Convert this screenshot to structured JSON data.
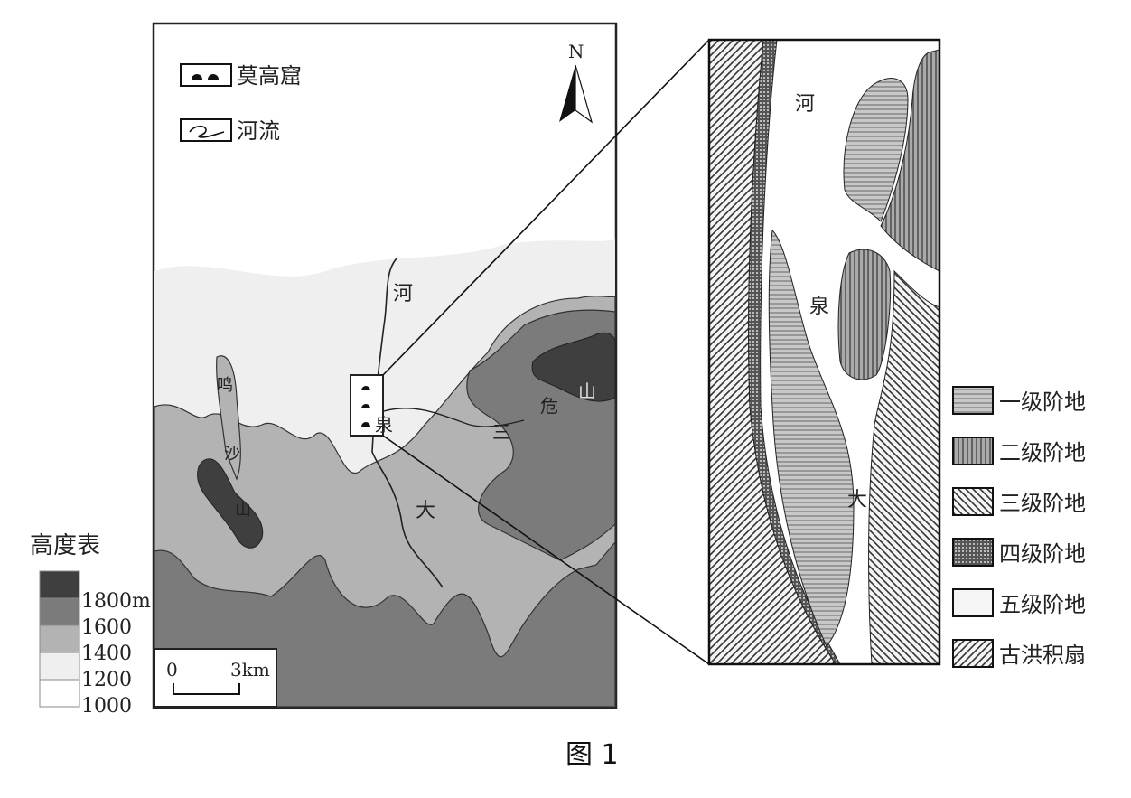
{
  "map": {
    "legend_top": [
      {
        "icon": "cave-symbol-icon",
        "label": "莫高窟"
      },
      {
        "icon": "river-symbol-icon",
        "label": "河流"
      }
    ],
    "north_label": "N",
    "place_labels": {
      "river_he": "河",
      "river_quan": "泉",
      "river_da": "大",
      "sanwei_san": "三",
      "sanwei_wei": "危",
      "sanwei_shan": "山",
      "mingsha_ming": "鸣",
      "mingsha_sha": "沙",
      "mingsha_shan": "山"
    },
    "elevation_legend": {
      "title": "高度表",
      "levels": [
        "1800m",
        "1600",
        "1400",
        "1200",
        "1000"
      ],
      "colors": [
        "#3f3f3f",
        "#7b7b7b",
        "#b3b3b3",
        "#efefef",
        "#ffffff"
      ]
    },
    "scale_bar": {
      "start": "0",
      "end": "3km"
    }
  },
  "inset": {
    "labels": {
      "he": "河",
      "quan": "泉",
      "da": "大"
    },
    "terrace_legend": [
      {
        "pattern": "horizontal",
        "label": "一级阶地"
      },
      {
        "pattern": "vertical",
        "label": "二级阶地"
      },
      {
        "pattern": "diag-back",
        "label": "三级阶地"
      },
      {
        "pattern": "dots",
        "label": "四级阶地"
      },
      {
        "pattern": "blank",
        "label": "五级阶地"
      },
      {
        "pattern": "diag-fwd",
        "label": "古洪积扇"
      }
    ]
  },
  "caption": "图 1"
}
